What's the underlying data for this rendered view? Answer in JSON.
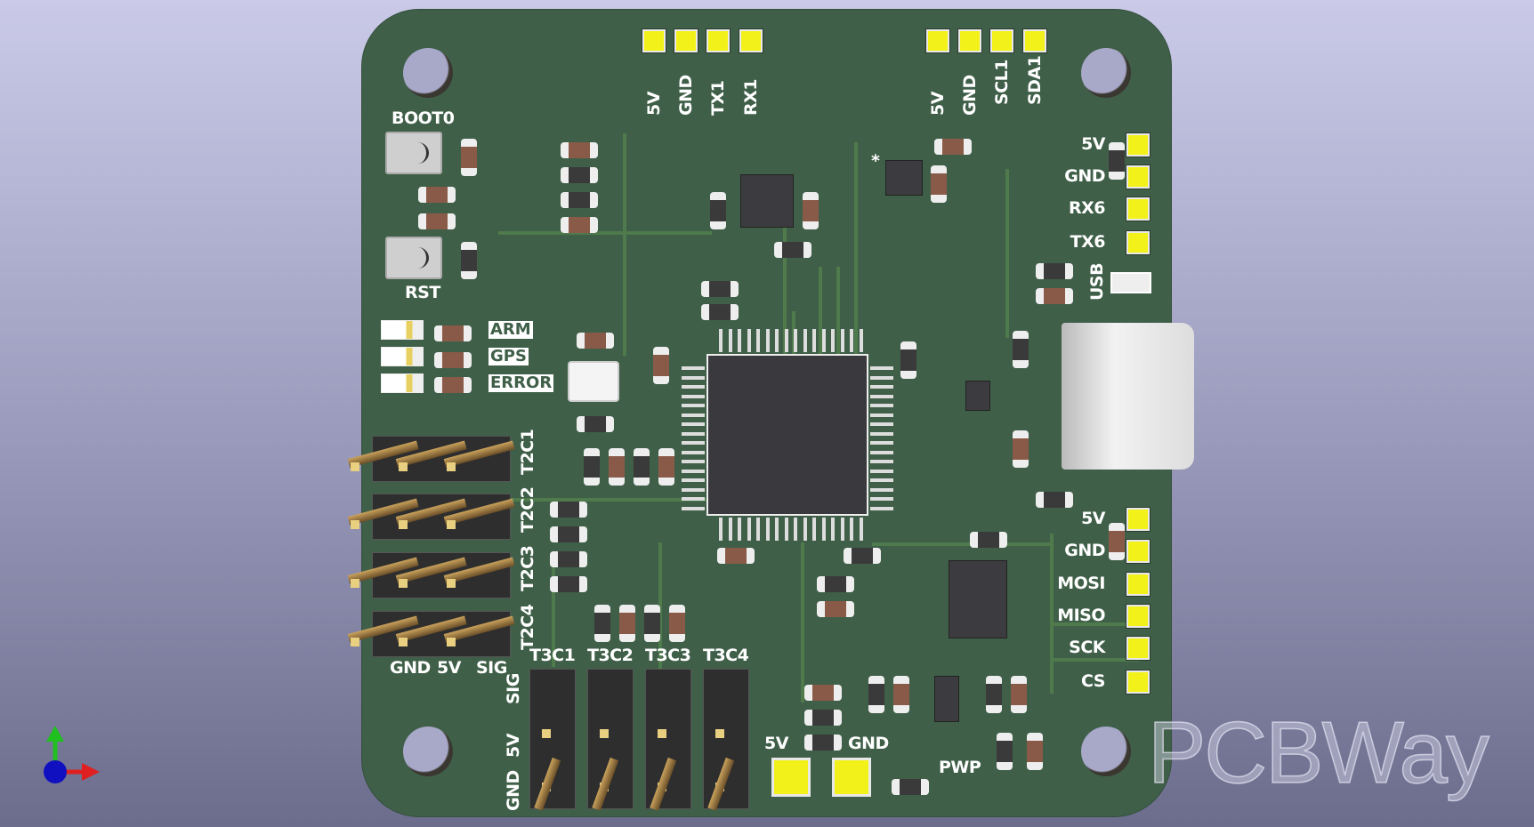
{
  "viewer": {
    "watermark": "PCBWay",
    "axis_colors": {
      "x": "#e02020",
      "y": "#20c020",
      "z": "#1010c0"
    }
  },
  "colors": {
    "board": "#3f5f48",
    "pad": "#f2f21a",
    "trace": "#4e7a4c",
    "background": "#9898ba"
  },
  "silkscreen": {
    "top_left_header": [
      "5V",
      "GND",
      "TX1",
      "RX1"
    ],
    "top_right_header": [
      "5V",
      "GND",
      "SCL1",
      "SDA1"
    ],
    "right_upper_header": [
      "5V",
      "GND",
      "RX6",
      "TX6"
    ],
    "right_lower_header": [
      "5V",
      "GND",
      "MOSI",
      "MISO",
      "SCK",
      "CS"
    ],
    "buttons": {
      "boot": "BOOT0",
      "reset": "RST"
    },
    "leds": [
      "ARM",
      "GPS",
      "ERROR"
    ],
    "left_headers": [
      "T2C1",
      "T2C2",
      "T2C3",
      "T2C4"
    ],
    "left_header_pins": [
      "GND",
      "5V",
      "SIG"
    ],
    "bottom_headers": [
      "T3C1",
      "T3C2",
      "T3C3",
      "T3C4"
    ],
    "bottom_header_pins": [
      "SIG",
      "5V",
      "GND"
    ],
    "power_pads": [
      "5V",
      "GND"
    ],
    "usb": "USB",
    "pwp": "PWP",
    "star": "*"
  }
}
